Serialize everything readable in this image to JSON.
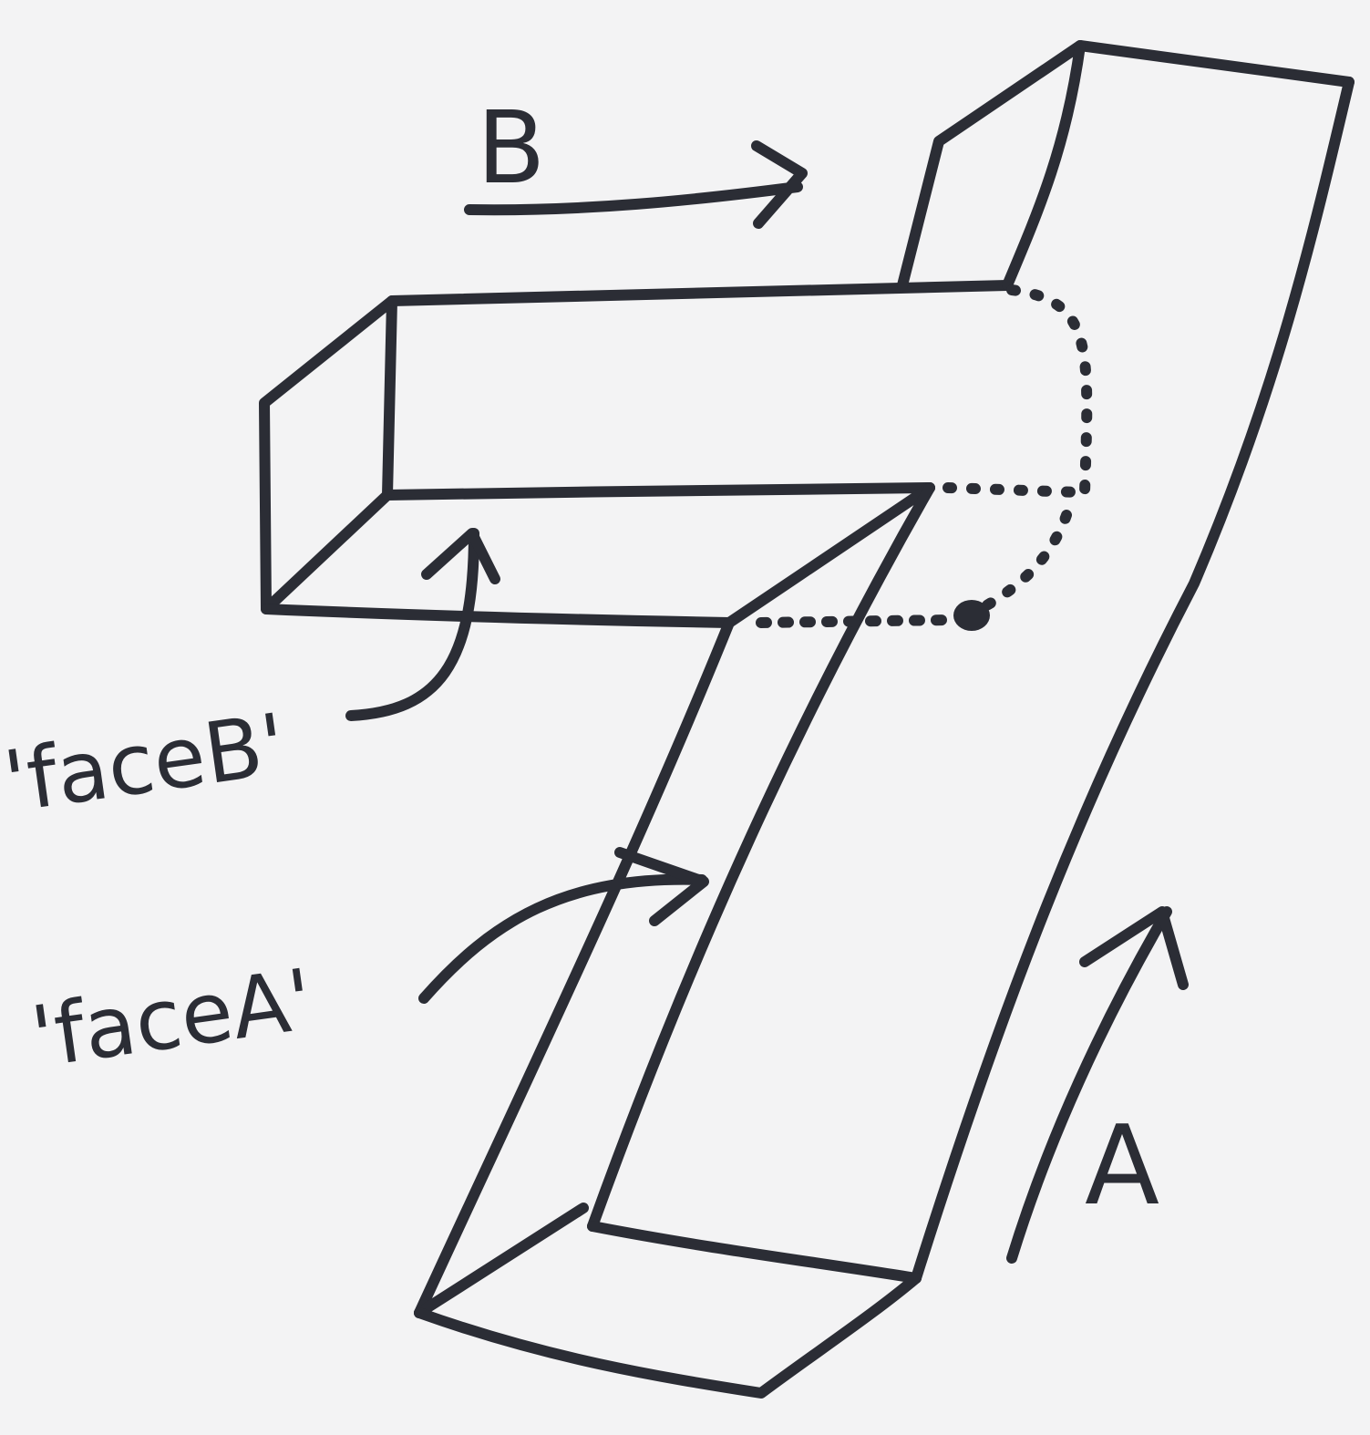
{
  "labels": {
    "arrow_b": "B",
    "arrow_a": "A",
    "face_b": "'faceB'",
    "face_a": "'faceA'"
  },
  "colors": {
    "ink": "#2b2d35",
    "paper": "#f3f3f4"
  }
}
